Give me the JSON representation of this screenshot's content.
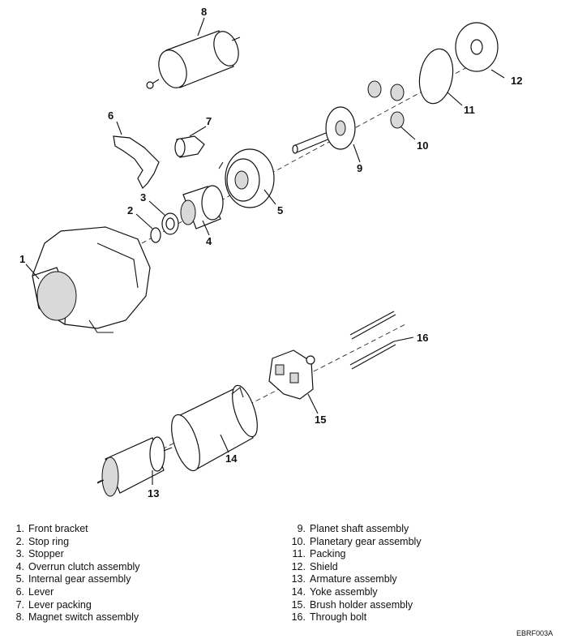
{
  "callouts": [
    "1",
    "2",
    "3",
    "4",
    "5",
    "6",
    "7",
    "8",
    "9",
    "10",
    "11",
    "12",
    "13",
    "14",
    "15",
    "16"
  ],
  "legend": {
    "left": [
      {
        "num": "1.",
        "text": "Front bracket"
      },
      {
        "num": "2.",
        "text": "Stop ring"
      },
      {
        "num": "3.",
        "text": "Stopper"
      },
      {
        "num": "4.",
        "text": "Overrun clutch assembly"
      },
      {
        "num": "5.",
        "text": "Internal gear assembly"
      },
      {
        "num": "6.",
        "text": "Lever"
      },
      {
        "num": "7.",
        "text": "Lever packing"
      },
      {
        "num": "8.",
        "text": "Magnet switch assembly"
      }
    ],
    "right": [
      {
        "num": "9.",
        "text": "Planet shaft assembly"
      },
      {
        "num": "10.",
        "text": "Planetary gear assembly"
      },
      {
        "num": "11.",
        "text": "Packing"
      },
      {
        "num": "12.",
        "text": "Shield"
      },
      {
        "num": "13.",
        "text": "Armature assembly"
      },
      {
        "num": "14.",
        "text": "Yoke assembly"
      },
      {
        "num": "15.",
        "text": "Brush holder assembly"
      },
      {
        "num": "16.",
        "text": "Through bolt"
      }
    ]
  },
  "figure_code": "EBRF003A"
}
